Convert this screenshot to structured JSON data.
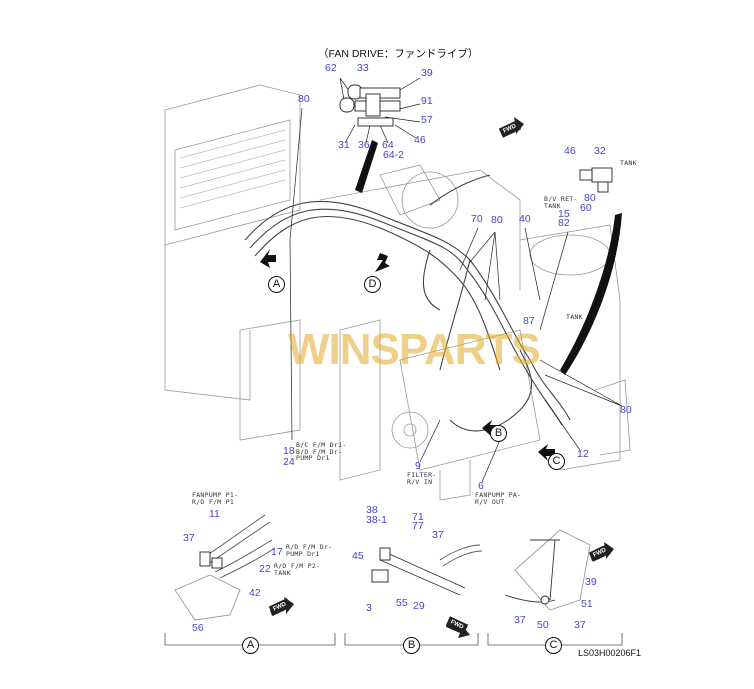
{
  "title": "（FAN DRIVE：ファンドライブ）",
  "watermark": "WINSPARTS",
  "drawing_code": "LS03H00206F1",
  "fwd_label": "FWD",
  "view_markers": {
    "a": "A",
    "b": "B",
    "c": "C",
    "d": "D"
  },
  "fan_drive_inset": {
    "labels": [
      "62",
      "33",
      "39",
      "91",
      "57",
      "46",
      "31",
      "36",
      "64",
      "64-2"
    ]
  },
  "tank_inset": {
    "labels": [
      "46",
      "32",
      "60"
    ],
    "tank_note": "TANK"
  },
  "main_view": {
    "labels": {
      "l80a": "80",
      "l70": "70",
      "l80b": "80",
      "l40": "40",
      "l15": "15",
      "l82": "82",
      "l80c": "80",
      "l87": "87",
      "l80d": "80",
      "l12": "12",
      "l18": "18",
      "l24": "24",
      "l9": "9",
      "l6": "6"
    },
    "notes": {
      "bv_ret_tank": "B/V RET-\nTANK",
      "tank": "TANK",
      "dr1": "B/C F/M Dr1-\nB/D F/M Dr-\nPUMP Dr1",
      "filter": "FILTER-\nR/V IN",
      "fanpump_pa": "FANPUMP PA-\nR/V OUT"
    }
  },
  "view_a": {
    "labels": {
      "l11": "11",
      "l37": "37",
      "l17": "17",
      "l22": "22",
      "l42": "42",
      "l56": "56"
    },
    "notes": {
      "fanpump_p1": "FANPUMP P1-\nR/D F/M P1",
      "dr_pump": "R/D F/M Dr-\nPUMP Dr1",
      "p2_tank": "R/D F/M P2-\nTANK"
    }
  },
  "view_b": {
    "labels": {
      "l38": "38",
      "l38_1": "38-1",
      "l71": "71",
      "l77": "77",
      "l37": "37",
      "l45": "45",
      "l3": "3",
      "l55": "55",
      "l29": "29"
    }
  },
  "view_c": {
    "labels": {
      "l39": "39",
      "l51": "51",
      "l37a": "37",
      "l50": "50",
      "l37b": "37"
    }
  }
}
